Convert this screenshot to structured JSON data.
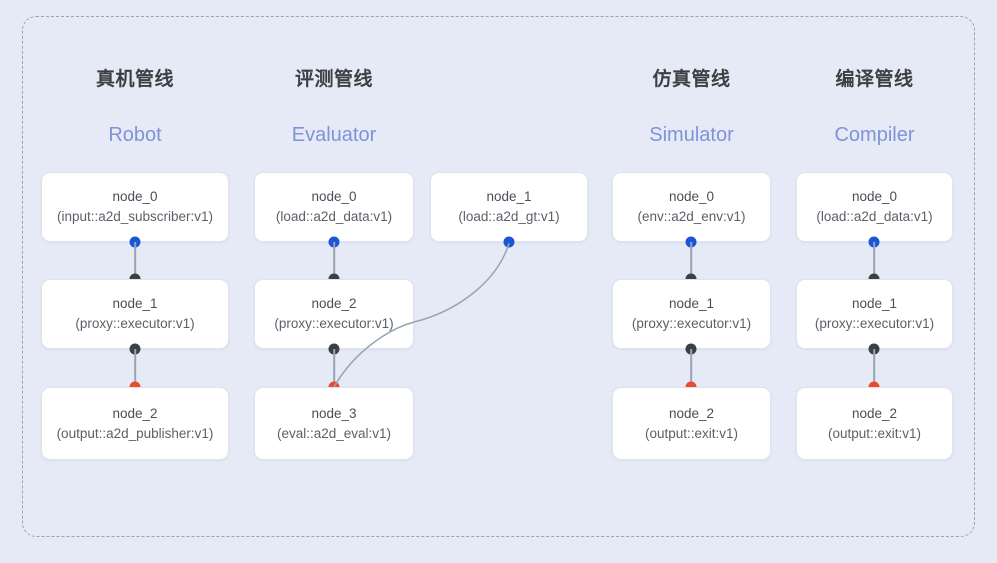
{
  "diagram": {
    "frame_style": "dashed",
    "background_color": "#e6eaf7",
    "border_color": "#9aa3b5"
  },
  "legend_colors": {
    "input_port": "#1a56d6",
    "mid_port": "#3c4043",
    "output_port": "#ef4a2c",
    "edge": "#9aa3b5",
    "subtitle": "#7f93d6",
    "title": "#3c4043"
  },
  "columns": [
    {
      "title": "真机管线",
      "subtitle": "Robot",
      "nodes": [
        {
          "id": "node_0",
          "type": "(input::a2d_subscriber:v1)"
        },
        {
          "id": "node_1",
          "type": "(proxy::executor:v1)"
        },
        {
          "id": "node_2",
          "type": "(output::a2d_publisher:v1)"
        }
      ]
    },
    {
      "title": "评测管线",
      "subtitle": "Evaluator",
      "nodes": [
        {
          "id": "node_0",
          "type": "(load::a2d_data:v1)"
        },
        {
          "id": "node_1",
          "type": "(load::a2d_gt:v1)"
        },
        {
          "id": "node_2",
          "type": "(proxy::executor:v1)"
        },
        {
          "id": "node_3",
          "type": "(eval::a2d_eval:v1)"
        }
      ]
    },
    {
      "title": "仿真管线",
      "subtitle": "Simulator",
      "nodes": [
        {
          "id": "node_0",
          "type": "(env::a2d_env:v1)"
        },
        {
          "id": "node_1",
          "type": "(proxy::executor:v1)"
        },
        {
          "id": "node_2",
          "type": "(output::exit:v1)"
        }
      ]
    },
    {
      "title": "编译管线",
      "subtitle": "Compiler",
      "nodes": [
        {
          "id": "node_0",
          "type": "(load::a2d_data:v1)"
        },
        {
          "id": "node_1",
          "type": "(proxy::executor:v1)"
        },
        {
          "id": "node_2",
          "type": "(output::exit:v1)"
        }
      ]
    }
  ]
}
